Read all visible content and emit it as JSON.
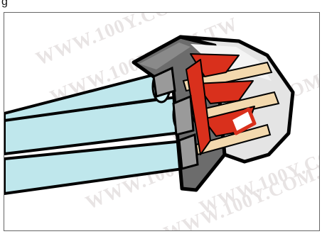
{
  "caption": {
    "visible_text": "g"
  },
  "watermark": {
    "text": "WWW.100Y.COM.TW"
  },
  "illustration": {
    "subject": "push-in wire connector holding three insulated wires with stripped copper conductors",
    "colors": {
      "wire_insulation": "#bfe7ec",
      "housing_dark": "#6c6c6c",
      "housing_clear": "#e4e4e4",
      "clamp_springs": "#d9301c",
      "copper": "#f3d9ae",
      "outline": "#000000"
    }
  }
}
